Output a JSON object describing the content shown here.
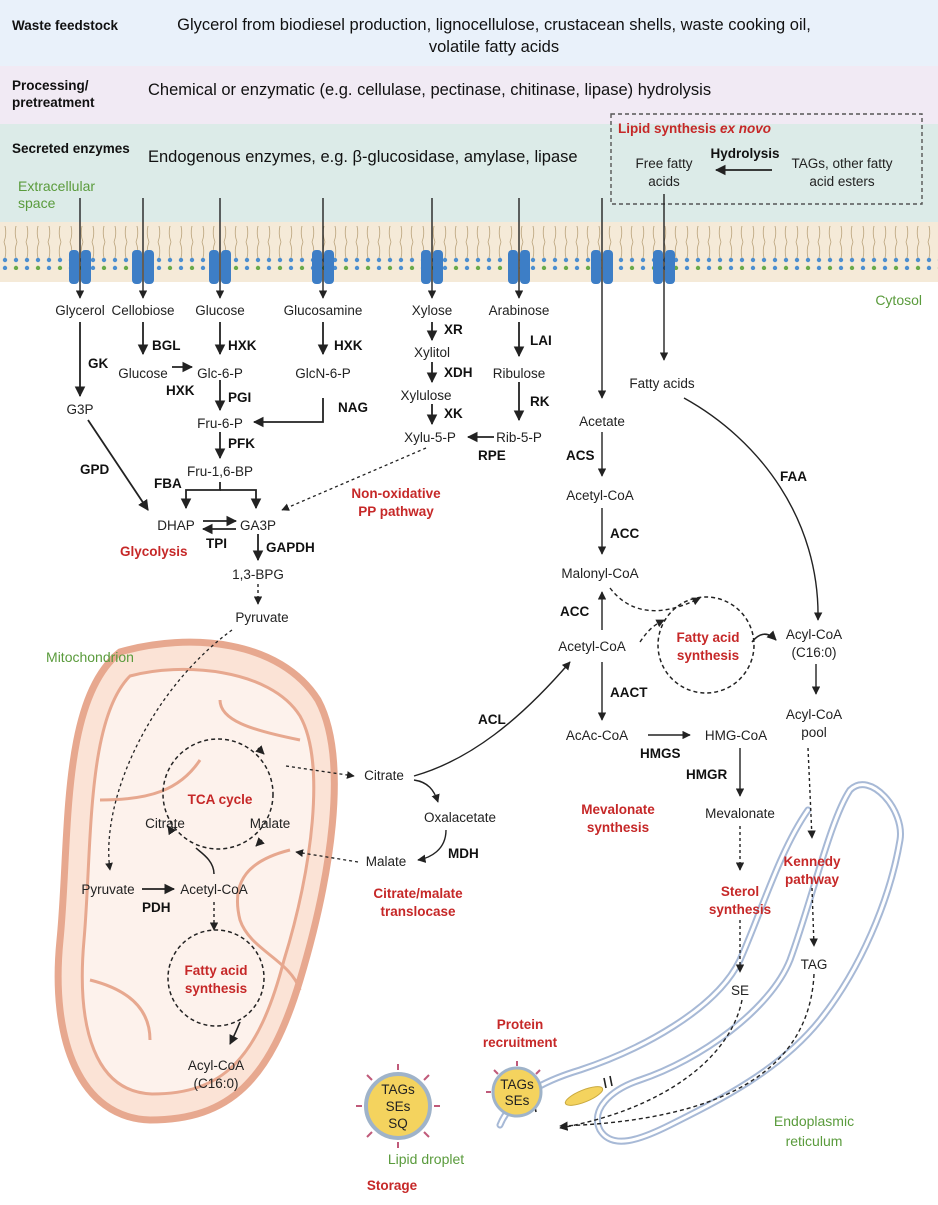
{
  "bands": {
    "waste": {
      "label": "Waste feedstock",
      "text1": "Glycerol from biodiesel production, lignocellulose,  crustacean shells, waste cooking oil,",
      "text2": "volatile fatty acids"
    },
    "processing": {
      "label1": "Processing/",
      "label2": "pretreatment",
      "text": "Chemical or enzymatic (e.g. cellulase, pectinase, chitinase, lipase) hydrolysis"
    },
    "secreted": {
      "label": "Secreted enzymes",
      "text": "Endogenous enzymes, e.g. β-glucosidase, amylase, lipase"
    }
  },
  "lipid_box": {
    "title_a": "Lipid synthesis ",
    "title_b": "ex novo",
    "ffa1": "Free fatty",
    "ffa2": "acids",
    "hydrolysis": "Hydrolysis",
    "tag1": "TAGs, other fatty",
    "tag2": "acid esters"
  },
  "compartments": {
    "extracellular1": "Extracellular",
    "extracellular2": "space",
    "cytosol": "Cytosol",
    "mitochondrion": "Mitochondrion",
    "er1": "Endoplasmic",
    "er2": "reticulum",
    "lipid_droplet": "Lipid droplet",
    "storage": "Storage"
  },
  "metabolites": {
    "glycerol": "Glycerol",
    "cellobiose": "Cellobiose",
    "glucose": "Glucose",
    "glucosamine": "Glucosamine",
    "xylose": "Xylose",
    "arabinose": "Arabinose",
    "g3p": "G3P",
    "glucose2": "Glucose",
    "glc6p": "Glc-6-P",
    "glcn6p": "GlcN-6-P",
    "xylitol": "Xylitol",
    "ribulose": "Ribulose",
    "xylulose": "Xylulose",
    "fru6p": "Fru-6-P",
    "xylu5p": "Xylu-5-P",
    "rib5p": "Rib-5-P",
    "fru16bp": "Fru-1,6-BP",
    "dhap": "DHAP",
    "ga3p": "GA3P",
    "bpg": "1,3-BPG",
    "pyruvate": "Pyruvate",
    "fatty_acids": "Fatty acids",
    "acetate": "Acetate",
    "acetyl_coa_1": "Acetyl-CoA",
    "malonyl_coa": "Malonyl-CoA",
    "acetyl_coa_2": "Acetyl-CoA",
    "acyl_coa_c1": "Acyl-CoA",
    "acyl_coa_c2": "(C16:0)",
    "acyl_pool1": "Acyl-CoA",
    "acyl_pool2": "pool",
    "acac_coa": "AcAc-CoA",
    "hmg_coa": "HMG-CoA",
    "mevalonate": "Mevalonate",
    "citrate_cyt": "Citrate",
    "oxalacetate": "Oxalacetate",
    "malate_cyt": "Malate",
    "citrate_mito": "Citrate",
    "malate_mito": "Malate",
    "pyruvate_mito": "Pyruvate",
    "acetyl_coa_mito": "Acetyl-CoA",
    "acyl_coa_m1": "Acyl-CoA",
    "acyl_coa_m2": "(C16:0)",
    "se": "SE",
    "tag": "TAG"
  },
  "enzymes": {
    "bgl": "BGL",
    "hxk1": "HXK",
    "hxk2": "HXK",
    "hxk3": "HXK",
    "xr": "XR",
    "lai": "LAI",
    "gk": "GK",
    "xdh": "XDH",
    "pgi": "PGI",
    "nag": "NAG",
    "xk": "XK",
    "rk": "RK",
    "pfk": "PFK",
    "rpe": "RPE",
    "gpd": "GPD",
    "fba": "FBA",
    "tpi": "TPI",
    "gapdh": "GAPDH",
    "acs": "ACS",
    "acc1": "ACC",
    "acc2": "ACC",
    "faa": "FAA",
    "aact": "AACT",
    "hmgs": "HMGS",
    "hmgr": "HMGR",
    "acl": "ACL",
    "mdh": "MDH",
    "pdh": "PDH"
  },
  "pathways": {
    "glycolysis": "Glycolysis",
    "ppp1": "Non-oxidative",
    "ppp2": "PP pathway",
    "fas_cyt1": "Fatty acid",
    "fas_cyt2": "synthesis",
    "tca": "TCA cycle",
    "fas_mito1": "Fatty acid",
    "fas_mito2": "synthesis",
    "mevalonate1": "Mevalonate",
    "mevalonate2": "synthesis",
    "citrate_malate1": "Citrate/malate",
    "citrate_malate2": "translocase",
    "kennedy1": "Kennedy",
    "kennedy2": "pathway",
    "sterol1": "Sterol",
    "sterol2": "synthesis",
    "protein1": "Protein",
    "protein2": "recruitment"
  },
  "droplets": {
    "big": {
      "l1": "TAGs",
      "l2": "SEs",
      "l3": "SQ"
    },
    "small": {
      "l1": "TAGs",
      "l2": "SEs"
    }
  },
  "colors": {
    "band_waste": "#e9f1fa",
    "band_processing": "#f1eaf4",
    "band_secreted": "#dcebe8",
    "membrane": "#f5ead8",
    "transporter": "#3d7ec6",
    "mito_fill": "#fbe3d6",
    "mito_stroke": "#e7a88f",
    "er_stroke": "#a7b9d6",
    "red_label": "#c62828",
    "green_label": "#5a9b3c",
    "droplet_fill": "#f4d35e"
  }
}
